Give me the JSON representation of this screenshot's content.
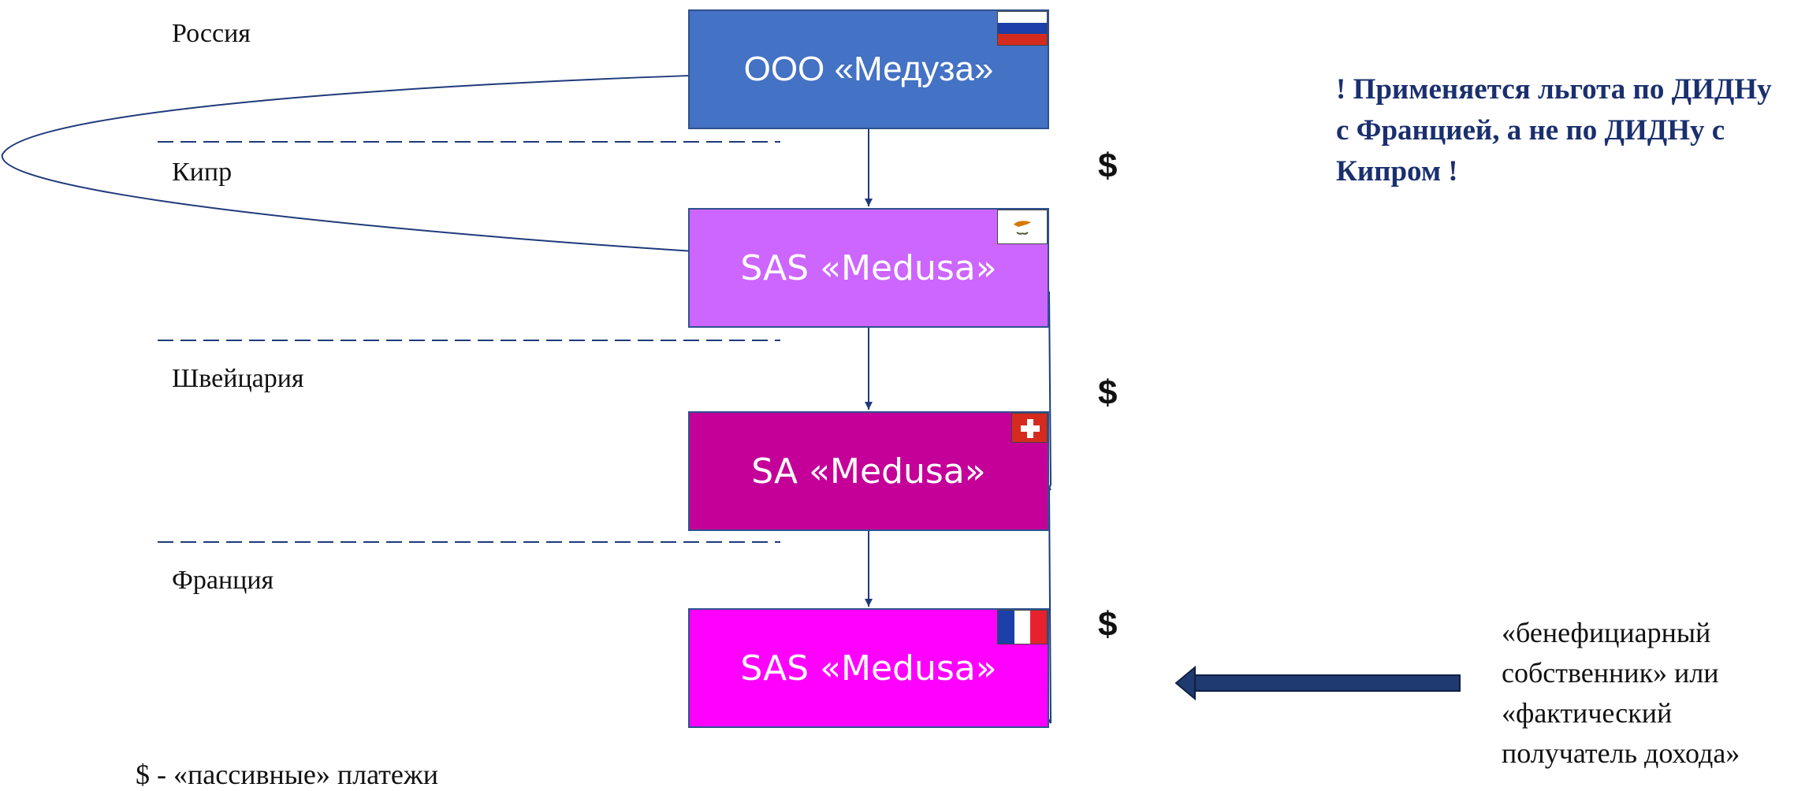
{
  "countries": {
    "russia": "Россия",
    "cyprus": "Кипр",
    "switzerland": "Швейцария",
    "france": "Франция"
  },
  "entities": [
    {
      "label": "ООО «Медуза»",
      "color": "#4472c4",
      "flag": "russia"
    },
    {
      "label": "SAS «Medusa»",
      "color": "#cc66ff",
      "flag": "cyprus"
    },
    {
      "label": "SA «Medusa»",
      "color": "#c40099",
      "flag": "switzerland"
    },
    {
      "label": "SAS «Medusa»",
      "color": "#ff00ff",
      "flag": "france"
    }
  ],
  "payment_symbol": "$",
  "note": "! Применяется льгота по ДИДНу с Францией, а не по ДИДНу с Кипром !",
  "beneficiary_label": "«бенефициарный собственник» или «фактический получатель дохода»",
  "legend": "$ - «пассивные» платежи",
  "colors": {
    "line": "#1f3a7a",
    "arrow": "#1f3a6e",
    "note_text": "#1a2f6e"
  }
}
